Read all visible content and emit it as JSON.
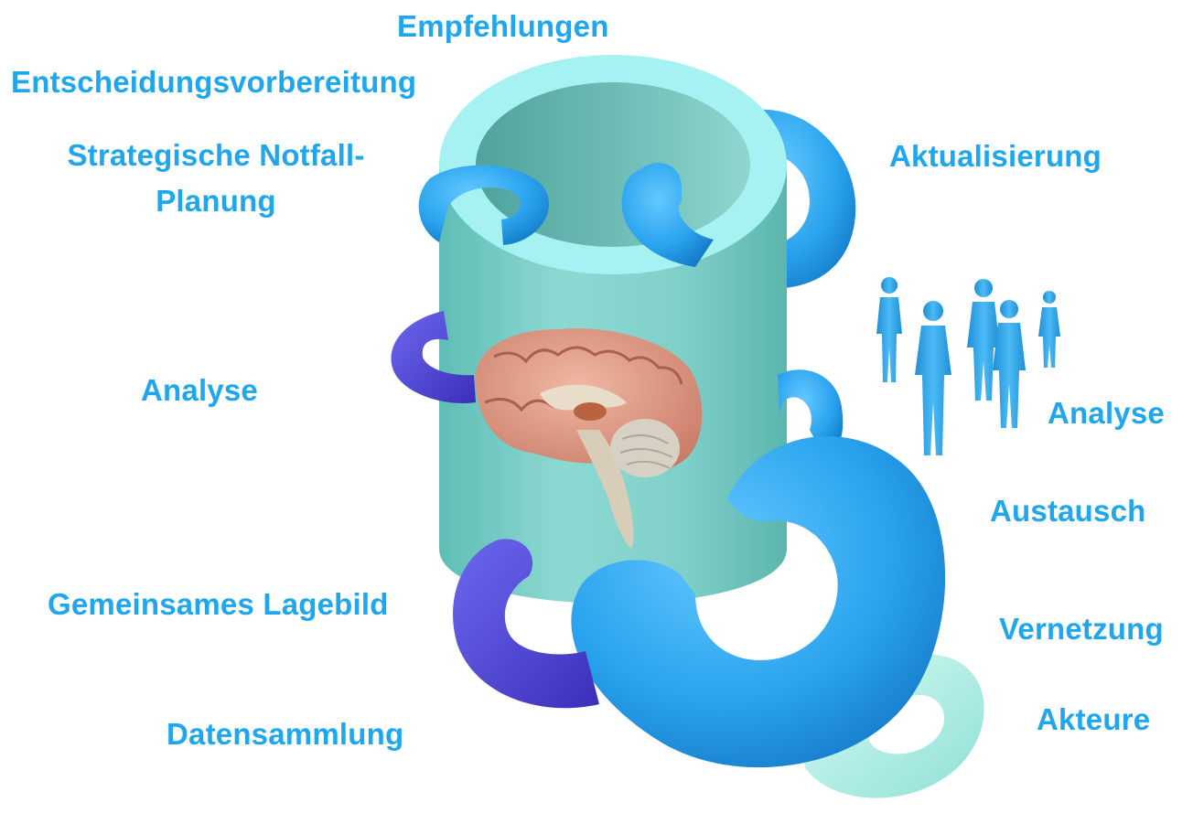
{
  "labels": {
    "empfehlungen": "Empfehlungen",
    "entscheidungsvorbereitung": "Entscheidungsvorbereitung",
    "strategische_line1": "Strategische Notfall-",
    "strategische_line2": "Planung",
    "aktualisierung": "Aktualisierung",
    "analyse_left": "Analyse",
    "analyse_right": "Analyse",
    "austausch": "Austausch",
    "gemeinsames_lagebild": "Gemeinsames Lagebild",
    "vernetzung": "Vernetzung",
    "datensammlung": "Datensammlung",
    "akteure": "Akteure"
  },
  "icons": {
    "brain": "brain-icon",
    "people": "people-group-icon"
  },
  "colors": {
    "label_text": "#1ea7ee",
    "cylinder": "#7fd3cc",
    "cylinder_rim": "#a6f2f2",
    "ring_blue": "#2aa3ee",
    "ring_violet": "#5b4fe0",
    "ring_mint": "#b6f3ea",
    "people": "#2aa6ee"
  }
}
